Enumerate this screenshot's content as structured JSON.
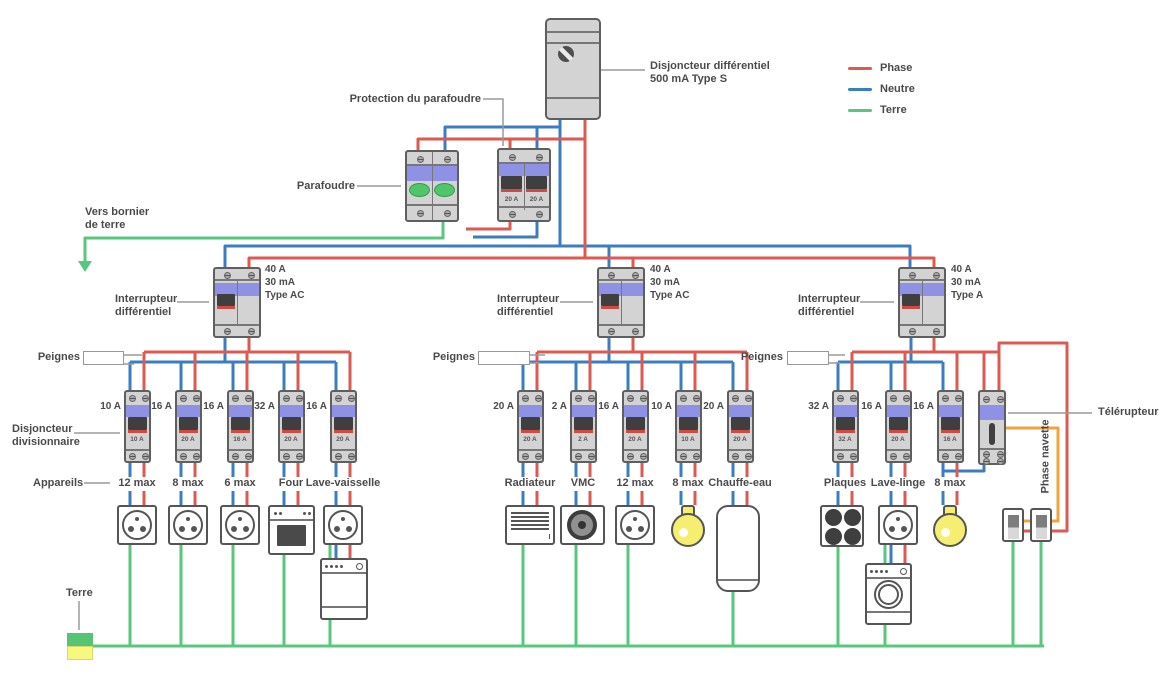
{
  "colors": {
    "phase": "#db5a52",
    "neutre": "#3b7dc1",
    "terre": "#57c77e",
    "navette": "#f2a33c",
    "module_band": "#8f92e4"
  },
  "legend": {
    "items": [
      {
        "label": "Phase",
        "color": "phase"
      },
      {
        "label": "Neutre",
        "color": "neutre"
      },
      {
        "label": "Terre",
        "color": "terre"
      }
    ]
  },
  "main_breaker": {
    "label_line1": "Disjoncteur différentiel",
    "label_line2": "500 mA Type S"
  },
  "surge": {
    "parafoudre_label": "Parafoudre",
    "protection_label": "Protection du parafoudre",
    "protection_ratings": [
      "20 A",
      "20 A"
    ]
  },
  "earth": {
    "vers_bornier_line1": "Vers bornier",
    "vers_bornier_line2": "de terre",
    "terre_label": "Terre"
  },
  "labels": {
    "interrupteur_diff_line1": "Interrupteur",
    "interrupteur_diff_line2": "différentiel",
    "peignes": "Peignes",
    "disjoncteur_div_line1": "Disjoncteur",
    "disjoncteur_div_line2": "divisionnaire",
    "appareils": "Appareils",
    "telerupteur": "Télérupteur",
    "phase_navette": "Phase navette"
  },
  "groups": [
    {
      "rcd_spec": [
        "40 A",
        "30 mA",
        "Type AC"
      ],
      "breakers": [
        {
          "rating": "10 A",
          "printed": "10 A",
          "appliance": "12 max",
          "icon": "socket"
        },
        {
          "rating": "16 A",
          "printed": "20 A",
          "appliance": "8 max",
          "icon": "socket"
        },
        {
          "rating": "16 A",
          "printed": "16 A",
          "appliance": "6 max",
          "icon": "socket"
        },
        {
          "rating": "32 A",
          "printed": "20 A",
          "appliance": "Four",
          "icon": "oven"
        },
        {
          "rating": "16 A",
          "printed": "20 A",
          "appliance": "Lave-vaisselle",
          "icon": "socket+dishwasher"
        }
      ]
    },
    {
      "rcd_spec": [
        "40 A",
        "30 mA",
        "Type AC"
      ],
      "breakers": [
        {
          "rating": "20 A",
          "printed": "20 A",
          "appliance": "Radiateur",
          "icon": "radiator"
        },
        {
          "rating": "2 A",
          "printed": "2 A",
          "appliance": "VMC",
          "icon": "vmc"
        },
        {
          "rating": "16 A",
          "printed": "20 A",
          "appliance": "12 max",
          "icon": "socket"
        },
        {
          "rating": "10 A",
          "printed": "10 A",
          "appliance": "8 max",
          "icon": "bulb"
        },
        {
          "rating": "20 A",
          "printed": "20 A",
          "appliance": "Chauffe-eau",
          "icon": "heater"
        }
      ]
    },
    {
      "rcd_spec": [
        "40 A",
        "30 mA",
        "Type A"
      ],
      "breakers": [
        {
          "rating": "32 A",
          "printed": "32 A",
          "appliance": "Plaques",
          "icon": "hotplates"
        },
        {
          "rating": "16 A",
          "printed": "20 A",
          "appliance": "Lave-linge",
          "icon": "socket+washer"
        },
        {
          "rating": "16 A",
          "printed": "16 A",
          "appliance": "8 max",
          "icon": "bulb"
        }
      ]
    }
  ]
}
